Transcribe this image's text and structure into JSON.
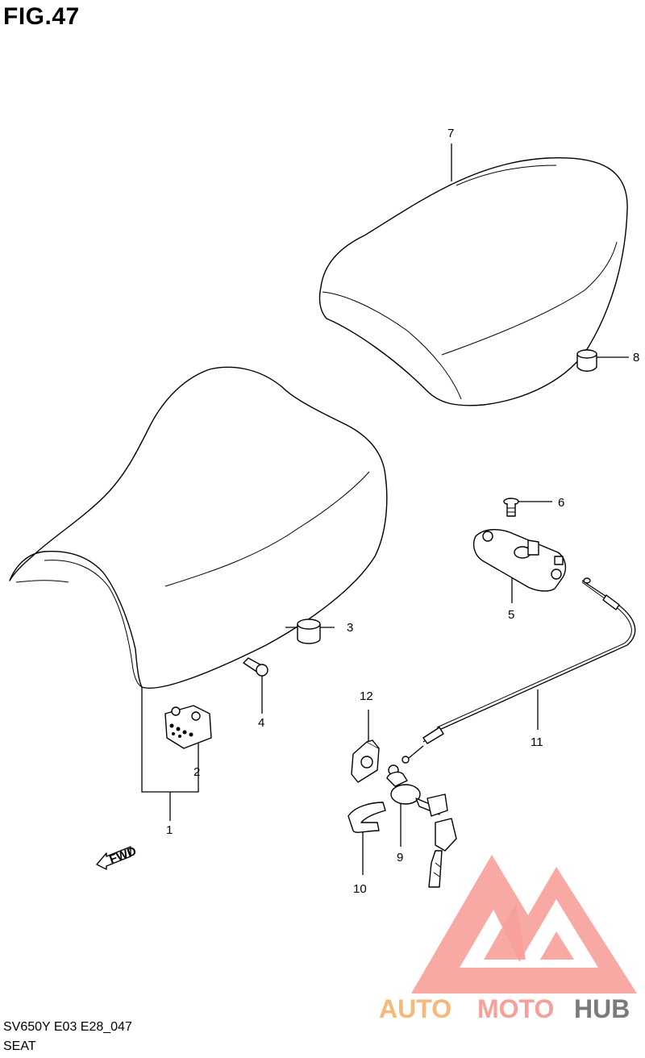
{
  "figure": {
    "title": "FIG.47",
    "model_code": "SV650Y E03 E28_047",
    "section_name": "SEAT"
  },
  "callouts": {
    "c1": "1",
    "c2": "2",
    "c3": "3",
    "c4": "4",
    "c5": "5",
    "c6": "6",
    "c7": "7",
    "c8": "8",
    "c9": "9",
    "c10": "10",
    "c11": "11",
    "c12": "12"
  },
  "fwd_label": "FWD",
  "watermark": {
    "part1": "AUTO",
    "part2": "MOTO",
    "part3": "HUB",
    "color_primary": "#f7a09a",
    "color_accent": "#f5b97a",
    "color_dark": "#7a7a7a"
  }
}
